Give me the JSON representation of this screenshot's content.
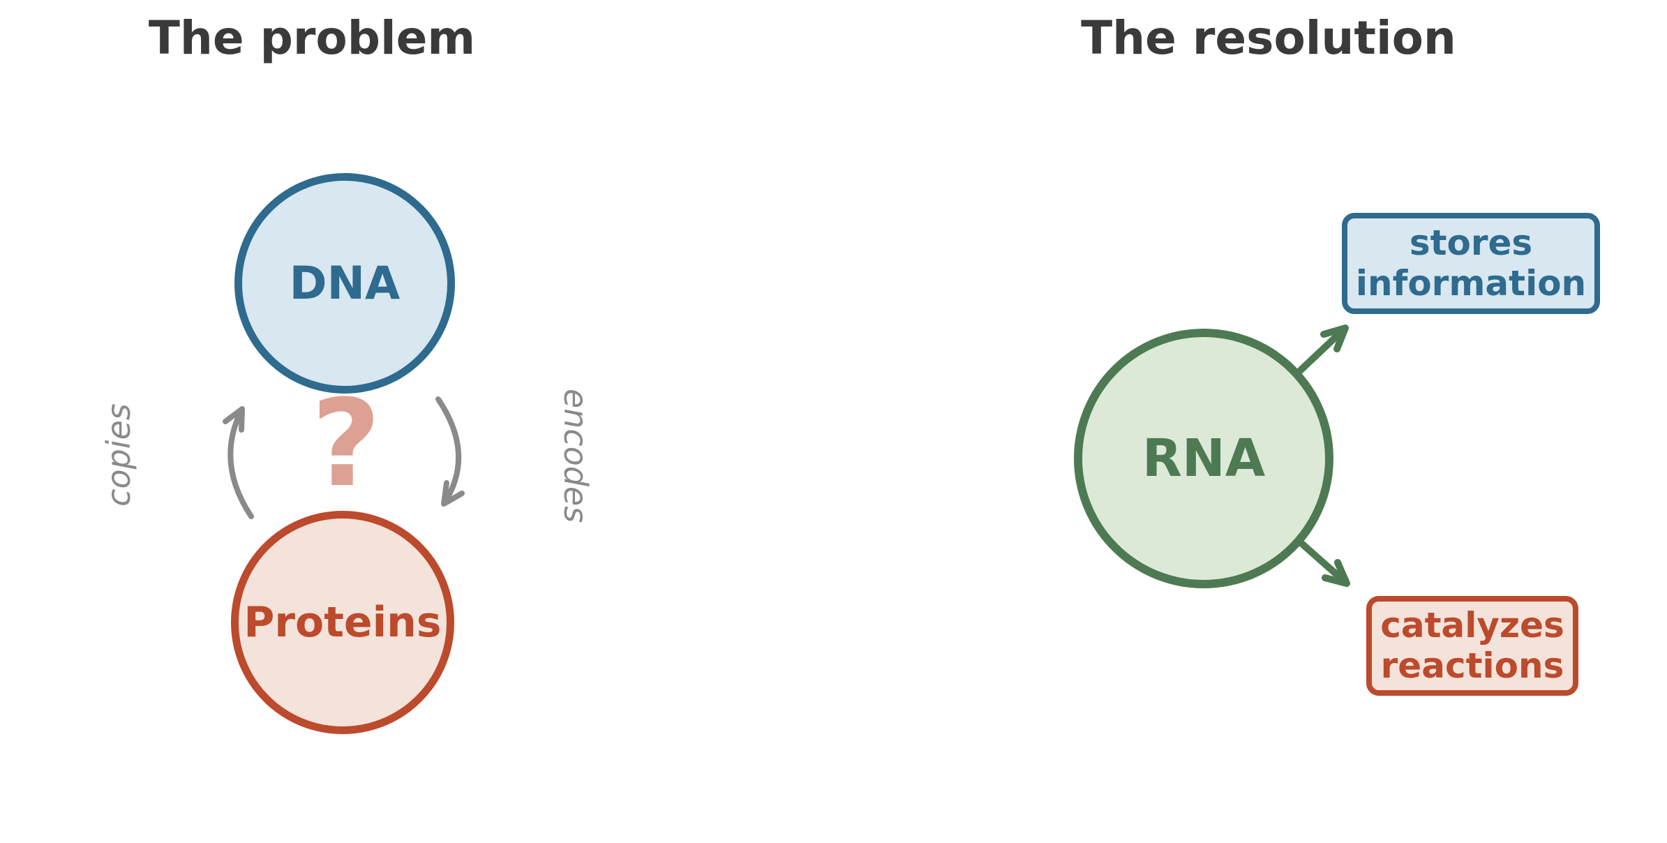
{
  "colors": {
    "title-text": "#3a3a3a",
    "gray": "#8a8a8a",
    "salmon": "#dda193",
    "blue": "#2e6b8e",
    "blue-fill": "#d8e7f0",
    "red": "#bc4a2c",
    "red-fill": "#f4e3da",
    "green": "#4d7a52",
    "green-fill": "#dde9d7"
  },
  "problem": {
    "title": "The problem",
    "nodes": {
      "dna": {
        "label": "DNA"
      },
      "proteins": {
        "label": "Proteins"
      }
    },
    "question_mark": "?",
    "edges": {
      "copies": "copies",
      "encodes": "encodes"
    }
  },
  "resolution": {
    "title": "The resolution",
    "nodes": {
      "rna": {
        "label": "RNA"
      }
    },
    "boxes": {
      "stores": {
        "label": "stores\ninformation"
      },
      "catalyzes": {
        "label": "catalyzes\nreactions"
      }
    }
  }
}
